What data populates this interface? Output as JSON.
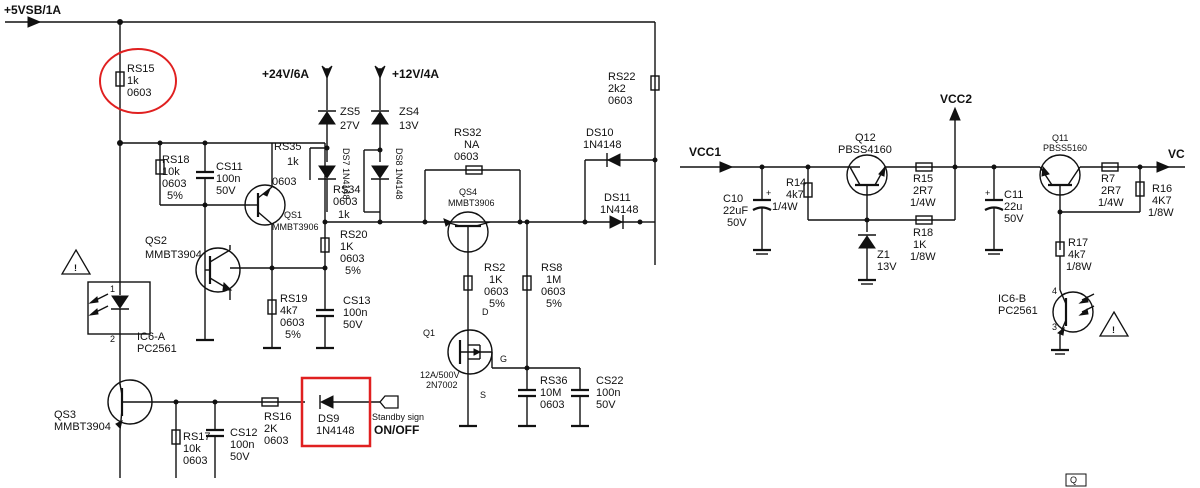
{
  "rails": {
    "top": "+5VSB/1A",
    "v24": "+24V/6A",
    "v12": "+12V/4A",
    "vcc1": "VCC1",
    "vcc2": "VCC2",
    "vc": "VC"
  },
  "left_circuit": {
    "rs15": [
      "RS15",
      "1k",
      "0603"
    ],
    "rs18": [
      "RS18",
      "10k",
      "0603",
      "5%"
    ],
    "cs11": [
      "CS11",
      "100n",
      "50V"
    ],
    "rs35": [
      "RS35",
      "1k"
    ],
    "qs1": [
      "QS1",
      "MMBT3906"
    ],
    "qs1_pin": "0603",
    "zs5": [
      "ZS5",
      "27V"
    ],
    "zs4": [
      "ZS4",
      "13V"
    ],
    "ds7": "DS7 1N4148",
    "ds8": "DS8 1N4148",
    "rs34": [
      "RS34",
      "0603",
      "1k"
    ],
    "rs32": [
      "RS32",
      "NA",
      "0603"
    ],
    "qs4": [
      "QS4",
      "MMBT3906"
    ],
    "rs22": [
      "RS22",
      "2k2",
      "0603"
    ],
    "ds10": [
      "DS10",
      "1N4148"
    ],
    "ds11": [
      "DS11",
      "1N4148"
    ],
    "rs20": [
      "RS20",
      "1K",
      "0603",
      "5%"
    ],
    "qs2": [
      "QS2",
      "MMBT3904"
    ],
    "rs19": [
      "RS19",
      "4k7",
      "0603",
      "5%"
    ],
    "cs13": [
      "CS13",
      "100n",
      "50V"
    ],
    "rs2": [
      "RS2",
      "1K",
      "0603",
      "5%"
    ],
    "rs8": [
      "RS8",
      "1M",
      "0603",
      "5%"
    ],
    "q1": [
      "Q1",
      "12A/500V",
      "2N7002"
    ],
    "q1_pins": [
      "D",
      "G",
      "S"
    ],
    "rs36": [
      "RS36",
      "10M",
      "0603"
    ],
    "cs22": [
      "CS22",
      "100n",
      "50V"
    ],
    "ic6a": [
      "IC6-A",
      "PC2561"
    ],
    "ic6a_pins": [
      "1",
      "2"
    ],
    "qs3": [
      "QS3",
      "MMBT3904"
    ],
    "rs17": [
      "RS17",
      "10k",
      "0603"
    ],
    "cs12": [
      "CS12",
      "100n",
      "50V"
    ],
    "rs16": [
      "RS16",
      "2K",
      "0603"
    ],
    "ds9": [
      "DS9",
      "1N4148"
    ],
    "standby": [
      "Standby sign",
      "ON/OFF"
    ]
  },
  "right_circuit": {
    "c10": [
      "C10",
      "22uF",
      "50V"
    ],
    "r14": [
      "R14",
      "4k7",
      "1/4W"
    ],
    "q12": [
      "Q12",
      "PBSS4160"
    ],
    "r15": [
      "R15",
      "2R7",
      "1/4W"
    ],
    "r18": [
      "R18",
      "1K",
      "1/8W"
    ],
    "z1": [
      "Z1",
      "13V"
    ],
    "c11": [
      "C11",
      "22u",
      "50V"
    ],
    "q11": [
      "Q11",
      "PBSS5160"
    ],
    "r7": [
      "R7",
      "2R7",
      "1/4W"
    ],
    "r16": [
      "R16",
      "4K7",
      "1/8W"
    ],
    "r17": [
      "R17",
      "4k7",
      "1/8W"
    ],
    "ic6b": [
      "IC6-B",
      "PC2561"
    ],
    "ic6b_pins": [
      "4",
      "3"
    ],
    "corner": "Q"
  },
  "highlight_colors": {
    "ellipse": "#e02020",
    "box": "#e02020"
  }
}
